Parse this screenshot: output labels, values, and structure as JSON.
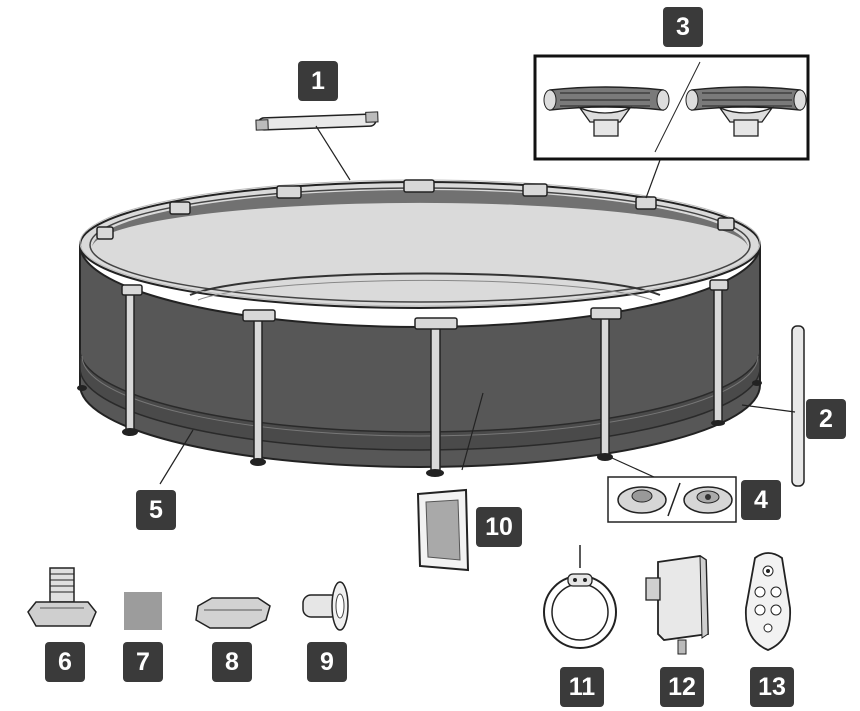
{
  "figure": {
    "kind": "parts-diagram",
    "colors": {
      "badge": "#3a3a3a",
      "badge_text": "#ffffff",
      "pool_wall": "#555555",
      "pool_water": "#dcdcdc",
      "outline": "#222222"
    }
  },
  "labels": [
    {
      "id": "1",
      "text": "1",
      "part": "top-rail"
    },
    {
      "id": "2",
      "text": "2",
      "part": "vertical-leg"
    },
    {
      "id": "3",
      "text": "3",
      "part": "t-joint"
    },
    {
      "id": "4",
      "text": "4",
      "part": "leg-cap"
    },
    {
      "id": "5",
      "text": "5",
      "part": "pool-liner"
    },
    {
      "id": "6",
      "text": "6",
      "part": "drain-connector"
    },
    {
      "id": "7",
      "text": "7",
      "part": "repair-patch"
    },
    {
      "id": "8",
      "text": "8",
      "part": "drain-cap"
    },
    {
      "id": "9",
      "text": "9",
      "part": "inlet-strainer"
    },
    {
      "id": "10",
      "text": "10",
      "part": "filter-screen"
    },
    {
      "id": "11",
      "text": "11",
      "part": "led-light-ring"
    },
    {
      "id": "12",
      "text": "12",
      "part": "power-adapter"
    },
    {
      "id": "13",
      "text": "13",
      "part": "remote-control"
    }
  ]
}
